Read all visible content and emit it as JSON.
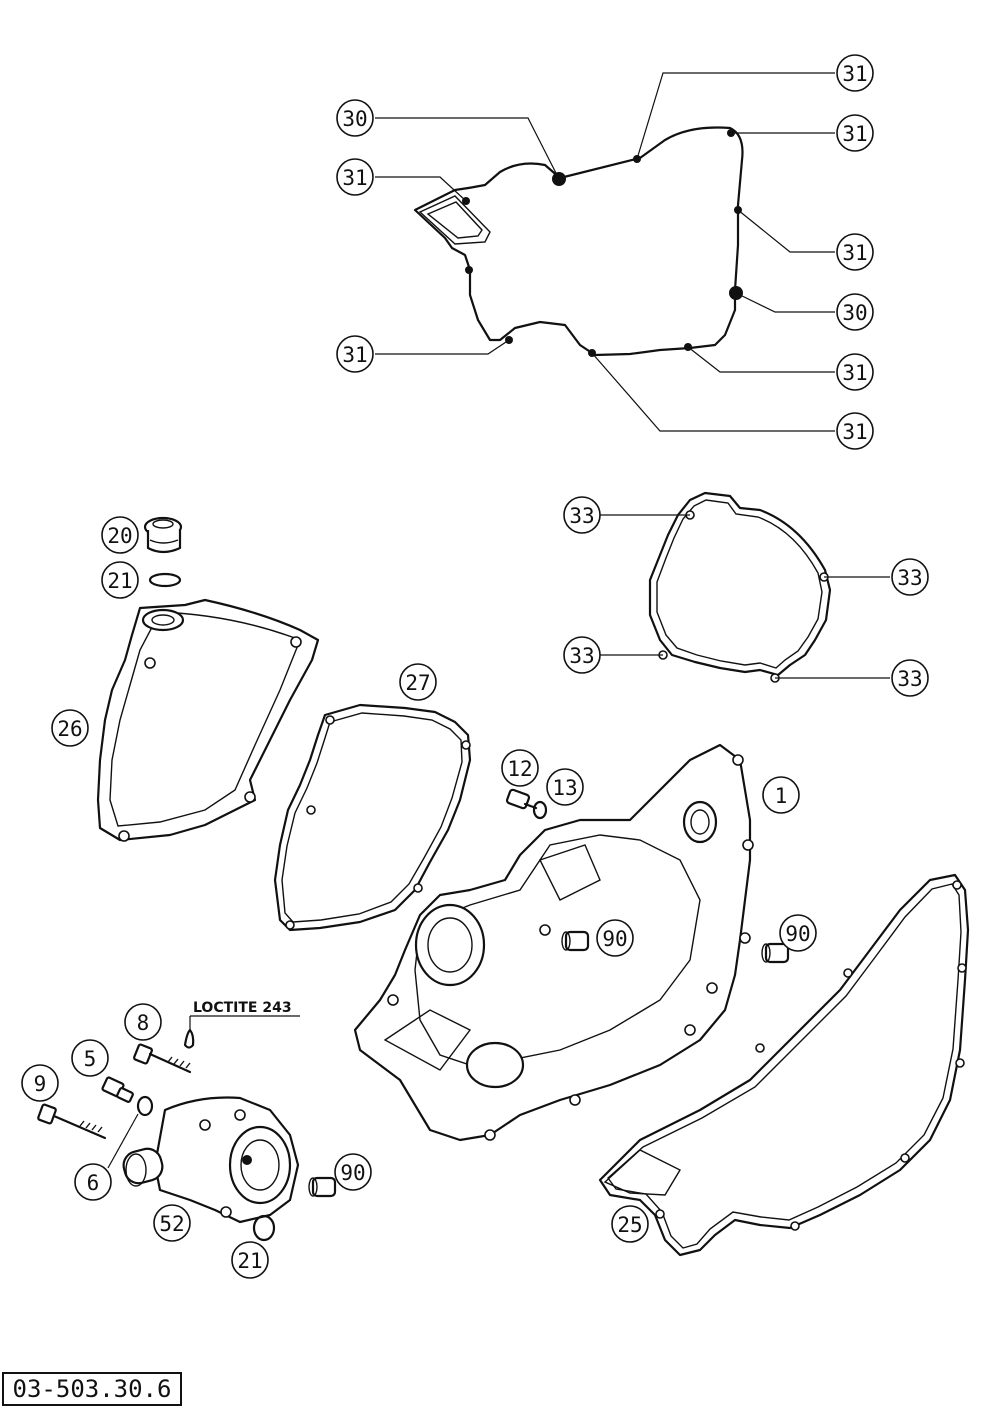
{
  "diagram": {
    "callouts": {
      "c1": "1",
      "c5": "5",
      "c6": "6",
      "c8": "8",
      "c9": "9",
      "c12": "12",
      "c13": "13",
      "c20": "20",
      "c21": "21",
      "c25": "25",
      "c26": "26",
      "c27": "27",
      "c30": "30",
      "c31": "31",
      "c33": "33",
      "c52": "52",
      "c90": "90"
    },
    "note": "LOCTITE 243",
    "drawing_code": "03-503.30.6"
  }
}
